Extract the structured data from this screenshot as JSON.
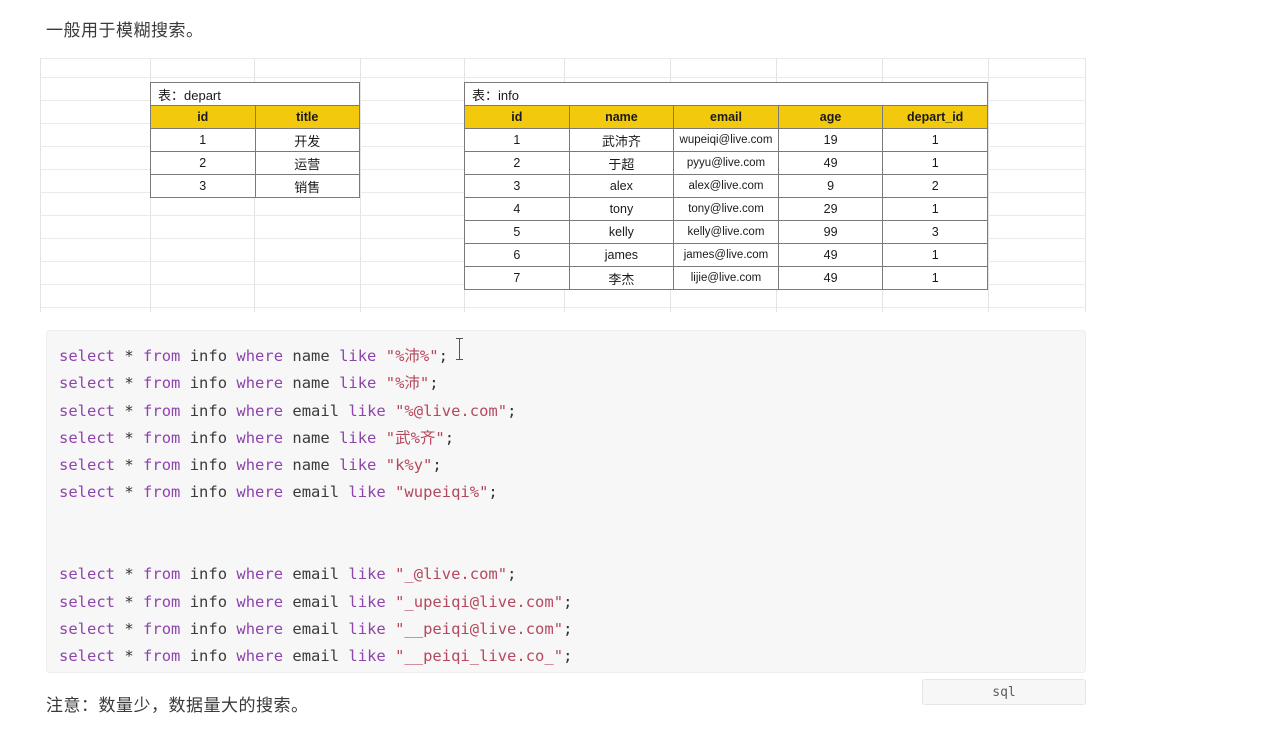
{
  "intro": {
    "text": "一般用于模糊搜索。"
  },
  "note": {
    "text": "注意：数量少，数据量大的搜索。"
  },
  "code_block": {
    "language_label": "sql",
    "lines": [
      {
        "tokens": [
          {
            "t": "select",
            "c": "kw"
          },
          {
            "t": " ",
            "c": "op"
          },
          {
            "t": "*",
            "c": "op"
          },
          {
            "t": " ",
            "c": "op"
          },
          {
            "t": "from",
            "c": "kw"
          },
          {
            "t": " ",
            "c": "op"
          },
          {
            "t": "info",
            "c": "id"
          },
          {
            "t": " ",
            "c": "op"
          },
          {
            "t": "where",
            "c": "kw"
          },
          {
            "t": " ",
            "c": "op"
          },
          {
            "t": "name",
            "c": "id"
          },
          {
            "t": " ",
            "c": "op"
          },
          {
            "t": "like",
            "c": "kw"
          },
          {
            "t": " ",
            "c": "op"
          },
          {
            "t": "\"%沛%\"",
            "c": "str"
          },
          {
            "t": ";",
            "c": "op"
          }
        ]
      },
      {
        "tokens": [
          {
            "t": "select",
            "c": "kw"
          },
          {
            "t": " ",
            "c": "op"
          },
          {
            "t": "*",
            "c": "op"
          },
          {
            "t": " ",
            "c": "op"
          },
          {
            "t": "from",
            "c": "kw"
          },
          {
            "t": " ",
            "c": "op"
          },
          {
            "t": "info",
            "c": "id"
          },
          {
            "t": " ",
            "c": "op"
          },
          {
            "t": "where",
            "c": "kw"
          },
          {
            "t": " ",
            "c": "op"
          },
          {
            "t": "name",
            "c": "id"
          },
          {
            "t": " ",
            "c": "op"
          },
          {
            "t": "like",
            "c": "kw"
          },
          {
            "t": " ",
            "c": "op"
          },
          {
            "t": "\"%沛\"",
            "c": "str"
          },
          {
            "t": ";",
            "c": "op"
          }
        ]
      },
      {
        "tokens": [
          {
            "t": "select",
            "c": "kw"
          },
          {
            "t": " ",
            "c": "op"
          },
          {
            "t": "*",
            "c": "op"
          },
          {
            "t": " ",
            "c": "op"
          },
          {
            "t": "from",
            "c": "kw"
          },
          {
            "t": " ",
            "c": "op"
          },
          {
            "t": "info",
            "c": "id"
          },
          {
            "t": " ",
            "c": "op"
          },
          {
            "t": "where",
            "c": "kw"
          },
          {
            "t": " ",
            "c": "op"
          },
          {
            "t": "email",
            "c": "id"
          },
          {
            "t": " ",
            "c": "op"
          },
          {
            "t": "like",
            "c": "kw"
          },
          {
            "t": " ",
            "c": "op"
          },
          {
            "t": "\"%@live.com\"",
            "c": "str"
          },
          {
            "t": ";",
            "c": "op"
          }
        ]
      },
      {
        "tokens": [
          {
            "t": "select",
            "c": "kw"
          },
          {
            "t": " ",
            "c": "op"
          },
          {
            "t": "*",
            "c": "op"
          },
          {
            "t": " ",
            "c": "op"
          },
          {
            "t": "from",
            "c": "kw"
          },
          {
            "t": " ",
            "c": "op"
          },
          {
            "t": "info",
            "c": "id"
          },
          {
            "t": " ",
            "c": "op"
          },
          {
            "t": "where",
            "c": "kw"
          },
          {
            "t": " ",
            "c": "op"
          },
          {
            "t": "name",
            "c": "id"
          },
          {
            "t": " ",
            "c": "op"
          },
          {
            "t": "like",
            "c": "kw"
          },
          {
            "t": " ",
            "c": "op"
          },
          {
            "t": "\"武%齐\"",
            "c": "str"
          },
          {
            "t": ";",
            "c": "op"
          }
        ]
      },
      {
        "tokens": [
          {
            "t": "select",
            "c": "kw"
          },
          {
            "t": " ",
            "c": "op"
          },
          {
            "t": "*",
            "c": "op"
          },
          {
            "t": " ",
            "c": "op"
          },
          {
            "t": "from",
            "c": "kw"
          },
          {
            "t": " ",
            "c": "op"
          },
          {
            "t": "info",
            "c": "id"
          },
          {
            "t": " ",
            "c": "op"
          },
          {
            "t": "where",
            "c": "kw"
          },
          {
            "t": " ",
            "c": "op"
          },
          {
            "t": "name",
            "c": "id"
          },
          {
            "t": " ",
            "c": "op"
          },
          {
            "t": "like",
            "c": "kw"
          },
          {
            "t": " ",
            "c": "op"
          },
          {
            "t": "\"k%y\"",
            "c": "str"
          },
          {
            "t": ";",
            "c": "op"
          }
        ]
      },
      {
        "tokens": [
          {
            "t": "select",
            "c": "kw"
          },
          {
            "t": " ",
            "c": "op"
          },
          {
            "t": "*",
            "c": "op"
          },
          {
            "t": " ",
            "c": "op"
          },
          {
            "t": "from",
            "c": "kw"
          },
          {
            "t": " ",
            "c": "op"
          },
          {
            "t": "info",
            "c": "id"
          },
          {
            "t": " ",
            "c": "op"
          },
          {
            "t": "where",
            "c": "kw"
          },
          {
            "t": " ",
            "c": "op"
          },
          {
            "t": "email",
            "c": "id"
          },
          {
            "t": " ",
            "c": "op"
          },
          {
            "t": "like",
            "c": "kw"
          },
          {
            "t": " ",
            "c": "op"
          },
          {
            "t": "\"wupeiqi%\"",
            "c": "str"
          },
          {
            "t": ";",
            "c": "op"
          }
        ]
      },
      {
        "tokens": []
      },
      {
        "tokens": []
      },
      {
        "tokens": [
          {
            "t": "select",
            "c": "kw"
          },
          {
            "t": " ",
            "c": "op"
          },
          {
            "t": "*",
            "c": "op"
          },
          {
            "t": " ",
            "c": "op"
          },
          {
            "t": "from",
            "c": "kw"
          },
          {
            "t": " ",
            "c": "op"
          },
          {
            "t": "info",
            "c": "id"
          },
          {
            "t": " ",
            "c": "op"
          },
          {
            "t": "where",
            "c": "kw"
          },
          {
            "t": " ",
            "c": "op"
          },
          {
            "t": "email",
            "c": "id"
          },
          {
            "t": " ",
            "c": "op"
          },
          {
            "t": "like",
            "c": "kw"
          },
          {
            "t": " ",
            "c": "op"
          },
          {
            "t": "\"_@live.com\"",
            "c": "str"
          },
          {
            "t": ";",
            "c": "op"
          }
        ]
      },
      {
        "tokens": [
          {
            "t": "select",
            "c": "kw"
          },
          {
            "t": " ",
            "c": "op"
          },
          {
            "t": "*",
            "c": "op"
          },
          {
            "t": " ",
            "c": "op"
          },
          {
            "t": "from",
            "c": "kw"
          },
          {
            "t": " ",
            "c": "op"
          },
          {
            "t": "info",
            "c": "id"
          },
          {
            "t": " ",
            "c": "op"
          },
          {
            "t": "where",
            "c": "kw"
          },
          {
            "t": " ",
            "c": "op"
          },
          {
            "t": "email",
            "c": "id"
          },
          {
            "t": " ",
            "c": "op"
          },
          {
            "t": "like",
            "c": "kw"
          },
          {
            "t": " ",
            "c": "op"
          },
          {
            "t": "\"_upeiqi@live.com\"",
            "c": "str"
          },
          {
            "t": ";",
            "c": "op"
          }
        ]
      },
      {
        "tokens": [
          {
            "t": "select",
            "c": "kw"
          },
          {
            "t": " ",
            "c": "op"
          },
          {
            "t": "*",
            "c": "op"
          },
          {
            "t": " ",
            "c": "op"
          },
          {
            "t": "from",
            "c": "kw"
          },
          {
            "t": " ",
            "c": "op"
          },
          {
            "t": "info",
            "c": "id"
          },
          {
            "t": " ",
            "c": "op"
          },
          {
            "t": "where",
            "c": "kw"
          },
          {
            "t": " ",
            "c": "op"
          },
          {
            "t": "email",
            "c": "id"
          },
          {
            "t": " ",
            "c": "op"
          },
          {
            "t": "like",
            "c": "kw"
          },
          {
            "t": " ",
            "c": "op"
          },
          {
            "t": "\"__peiqi@live.com\"",
            "c": "str"
          },
          {
            "t": ";",
            "c": "op"
          }
        ]
      },
      {
        "tokens": [
          {
            "t": "select",
            "c": "kw"
          },
          {
            "t": " ",
            "c": "op"
          },
          {
            "t": "*",
            "c": "op"
          },
          {
            "t": " ",
            "c": "op"
          },
          {
            "t": "from",
            "c": "kw"
          },
          {
            "t": " ",
            "c": "op"
          },
          {
            "t": "info",
            "c": "id"
          },
          {
            "t": " ",
            "c": "op"
          },
          {
            "t": "where",
            "c": "kw"
          },
          {
            "t": " ",
            "c": "op"
          },
          {
            "t": "email",
            "c": "id"
          },
          {
            "t": " ",
            "c": "op"
          },
          {
            "t": "like",
            "c": "kw"
          },
          {
            "t": " ",
            "c": "op"
          },
          {
            "t": "\"__peiqi_live.co_\"",
            "c": "str"
          },
          {
            "t": ";",
            "c": "op"
          }
        ]
      }
    ]
  },
  "spreadsheet": {
    "header_fill": "#f2c90c",
    "grid_line_color": "#e9e9e9",
    "tables": [
      {
        "caption": "表：depart",
        "columns": [
          "id",
          "title"
        ],
        "rows": [
          [
            "1",
            "开发"
          ],
          [
            "2",
            "运营"
          ],
          [
            "3",
            "销售"
          ]
        ]
      },
      {
        "caption": "表：info",
        "columns": [
          "id",
          "name",
          "email",
          "age",
          "depart_id"
        ],
        "rows": [
          [
            "1",
            "武沛齐",
            "wupeiqi@live.com",
            "19",
            "1"
          ],
          [
            "2",
            "于超",
            "pyyu@live.com",
            "49",
            "1"
          ],
          [
            "3",
            "alex",
            "alex@live.com",
            "9",
            "2"
          ],
          [
            "4",
            "tony",
            "tony@live.com",
            "29",
            "1"
          ],
          [
            "5",
            "kelly",
            "kelly@live.com",
            "99",
            "3"
          ],
          [
            "6",
            "james",
            "james@live.com",
            "49",
            "1"
          ],
          [
            "7",
            "李杰",
            "lijie@live.com",
            "49",
            "1"
          ]
        ]
      }
    ]
  }
}
